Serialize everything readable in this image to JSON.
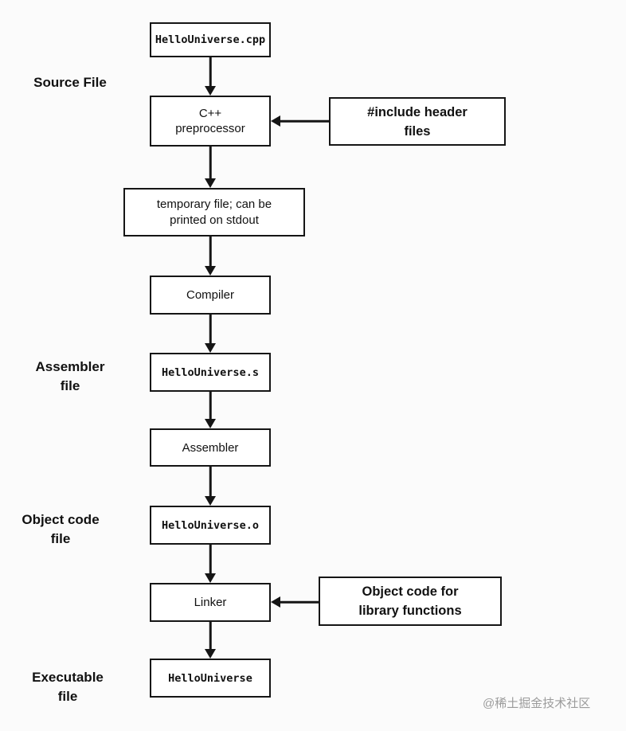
{
  "diagram": {
    "title": "C++ build pipeline flowchart",
    "side_labels": {
      "source": {
        "l1": "Source File",
        "l2": ""
      },
      "assembler": {
        "l1": "Assembler",
        "l2": "file"
      },
      "object": {
        "l1": "Object code",
        "l2": "file"
      },
      "executable": {
        "l1": "Executable",
        "l2": "file"
      }
    },
    "nodes": {
      "source_file": {
        "text": "HelloUniverse.cpp"
      },
      "preprocessor": {
        "l1": "C++",
        "l2": "preprocessor"
      },
      "temp_file": {
        "l1": "temporary file; can be",
        "l2": "printed on stdout"
      },
      "compiler": {
        "text": "Compiler"
      },
      "assembler_file": {
        "text": "HelloUniverse.s"
      },
      "assembler": {
        "text": "Assembler"
      },
      "object_file": {
        "text": "HelloUniverse.o"
      },
      "linker": {
        "text": "Linker"
      },
      "executable": {
        "text": "HelloUniverse"
      }
    },
    "callouts": {
      "include_headers": {
        "l1": "#include header",
        "l2": "files"
      },
      "object_library": {
        "l1": "Object code for",
        "l2": "library functions"
      }
    },
    "watermark": "@稀土掘金技术社区",
    "colors": {
      "line": "#151515",
      "box_bg": "#ffffff",
      "page_bg": "#fbfbfb",
      "watermark": "#9b9b9b"
    }
  }
}
